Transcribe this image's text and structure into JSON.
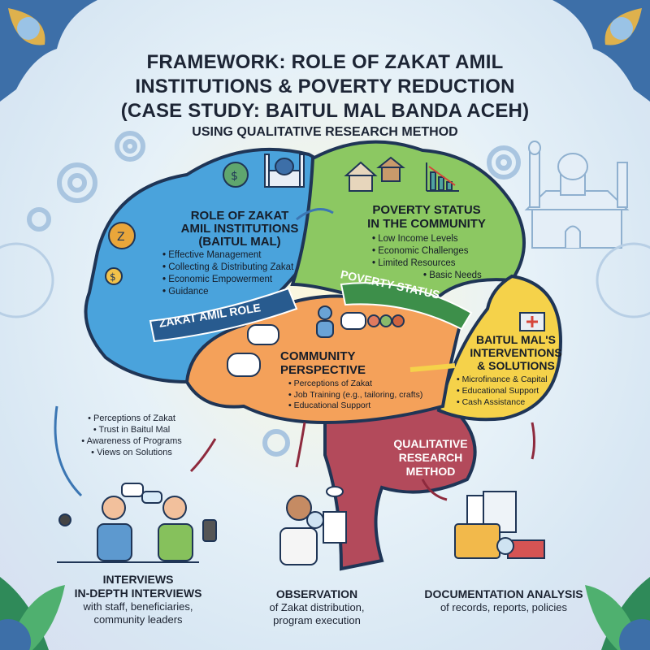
{
  "header": {
    "title_lines": [
      "FRAMEWORK: ROLE OF ZAKAT AMIL",
      "INSTITUTIONS & POVERTY REDUCTION",
      "(CASE STUDY: BAITUL MAL BANDA ACEH)"
    ],
    "subtitle": "USING QUALITATIVE RESEARCH METHOD"
  },
  "regions": {
    "zakat_role": {
      "title_lines": [
        "ROLE OF ZAKAT",
        "AMIL INSTITUTIONS",
        "(BAITUL MAL)"
      ],
      "bullets": [
        "Effective Management",
        "Collecting & Distributing Zakat",
        "Economic Empowerment",
        "Guidance"
      ],
      "ribbon": "ZAKAT AMIL ROLE",
      "color": "#4aa3dc"
    },
    "poverty_status": {
      "title_lines": [
        "POVERTY STATUS",
        "IN THE COMMUNITY"
      ],
      "bullets": [
        "Low Income Levels",
        "Economic Challenges",
        "Limited Resources",
        "Basic Needs"
      ],
      "ribbon": "POVERTY STATUS",
      "color": "#8cc862"
    },
    "interventions": {
      "title_lines": [
        "BAITUL MAL'S",
        "INTERVENTIONS",
        "& SOLUTIONS"
      ],
      "bullets": [
        "Microfinance & Capital",
        "Educational Support",
        "Cash Assistance"
      ],
      "color": "#f5d24a"
    },
    "community": {
      "title_lines": [
        "COMMUNITY",
        "PERSPECTIVE"
      ],
      "bullets": [
        "Perceptions of Zakat",
        "Job Training (e.g., tailoring, crafts)",
        "Educational Support"
      ],
      "color": "#f4a15a"
    },
    "qualitative": {
      "title_lines": [
        "QUALITATIVE",
        "RESEARCH",
        "METHOD"
      ],
      "color": "#a8404f"
    }
  },
  "side_notes": [
    "Perceptions of Zakat",
    "Trust in Baitul Mal",
    "Awareness of Programs",
    "Views on Solutions"
  ],
  "methods": [
    {
      "heading_lines": [
        "INTERVIEWS",
        "IN-DEPTH INTERVIEWS"
      ],
      "desc_lines": [
        "with staff, beneficiaries,",
        "community leaders"
      ]
    },
    {
      "heading_lines": [
        "OBSERVATION"
      ],
      "desc_lines": [
        "of Zakat distribution,",
        "program execution"
      ]
    },
    {
      "heading_lines": [
        "DOCUMENTATION ANALYSIS"
      ],
      "desc_lines": [
        "of records, reports, policies"
      ]
    }
  ],
  "icons": [
    "mosque-icon",
    "money-bag-icon",
    "hand-coin-icon",
    "gear-icon",
    "house-icon",
    "declining-chart-icon",
    "speech-bubble-icon",
    "people-icon",
    "microphone-icon",
    "voice-recorder-icon",
    "magnifier-icon",
    "clipboard-icon",
    "folder-icon",
    "document-icon",
    "books-icon",
    "first-aid-kit-icon",
    "leaf-icon",
    "arrow-icon"
  ],
  "colors": {
    "title": "#1d2535",
    "outline": "#1f3556",
    "blue": "#4aa3dc",
    "green": "#8cc862",
    "yellow": "#f5d24a",
    "orange": "#f4a15a",
    "maroon": "#a8404f",
    "arrow_blue": "#3b76b3",
    "arrow_maroon": "#8e2a3d"
  }
}
